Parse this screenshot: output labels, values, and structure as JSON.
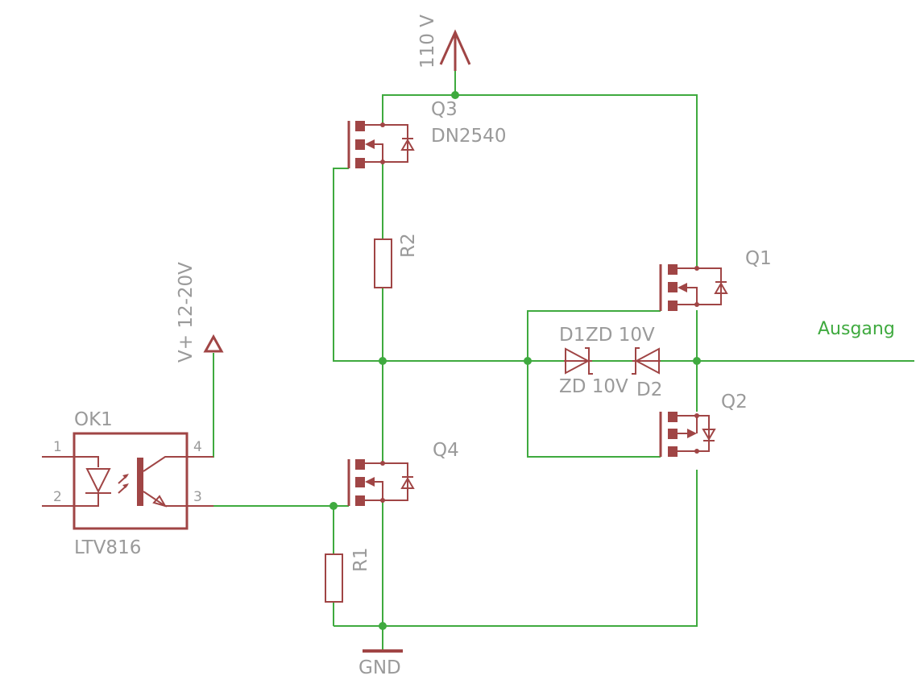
{
  "colors": {
    "wire": "#3faa3f",
    "component": "#a04545",
    "label": "#9a9a9a",
    "background": "#ffffff"
  },
  "supplies": {
    "high_voltage": "110 V",
    "control_voltage": "V+ 12-20V",
    "ground": "GND"
  },
  "net_labels": {
    "output": "Ausgang"
  },
  "components": {
    "q3": {
      "name": "Q3",
      "value": "DN2540"
    },
    "q1": {
      "name": "Q1"
    },
    "q2": {
      "name": "Q2"
    },
    "q4": {
      "name": "Q4"
    },
    "r1": {
      "name": "R1"
    },
    "r2": {
      "name": "R2"
    },
    "d1": {
      "name": "D1",
      "value": "ZD 10V"
    },
    "d2": {
      "name": "D2",
      "value": "ZD 10V"
    },
    "ok1": {
      "name": "OK1",
      "value": "LTV816",
      "pins": [
        "1",
        "2",
        "3",
        "4"
      ]
    }
  }
}
